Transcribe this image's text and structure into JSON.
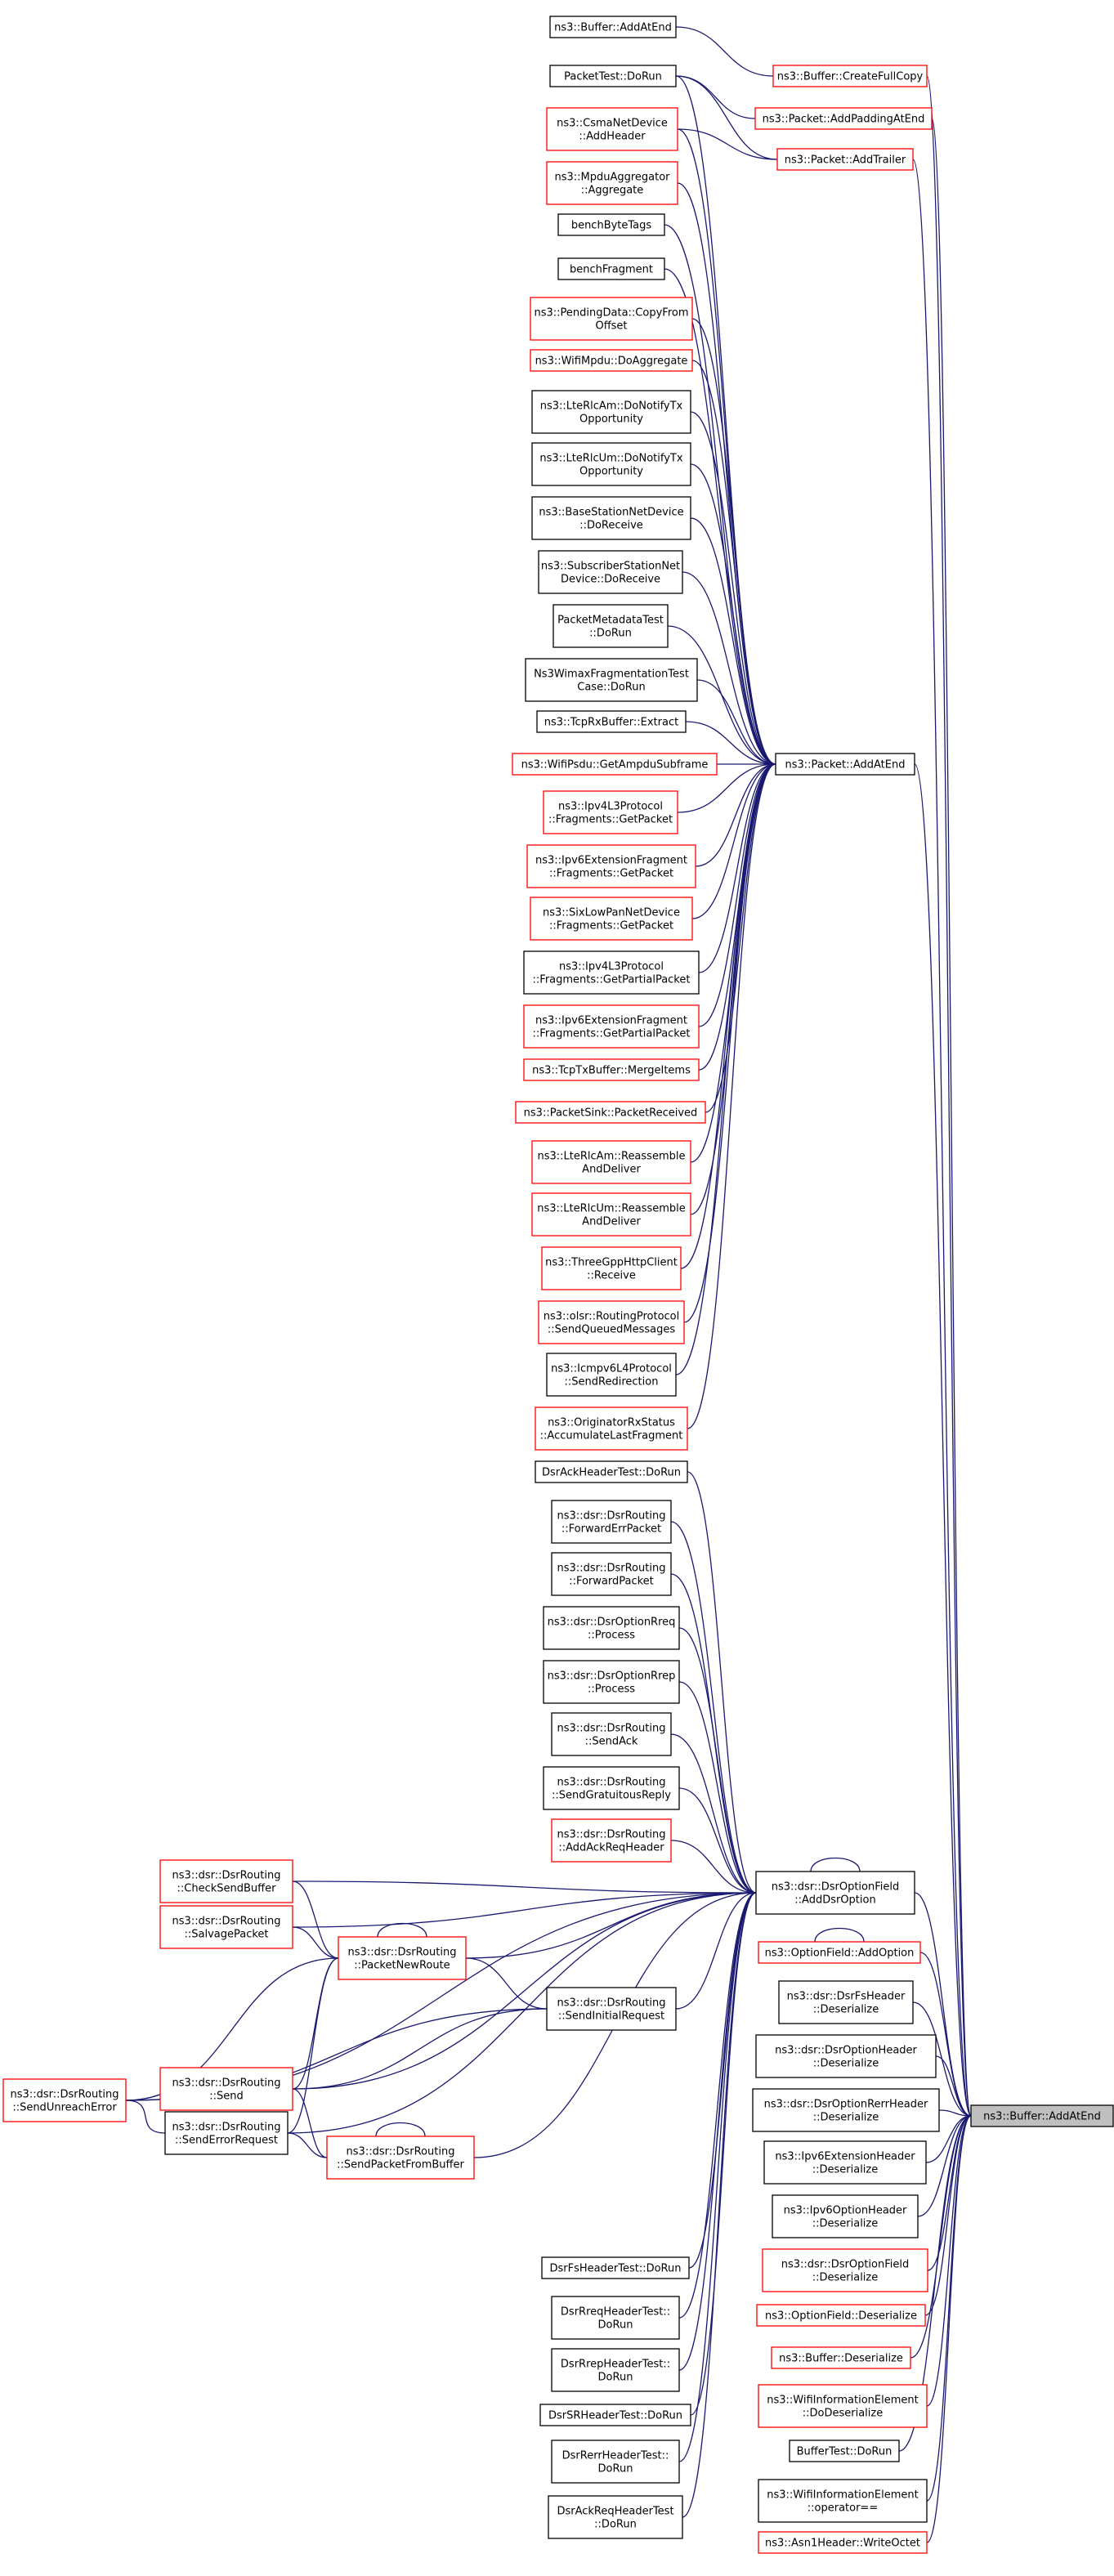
{
  "diagram": {
    "type": "call-graph",
    "colors": {
      "edge": "#191970",
      "border_default": "#000000",
      "border_truncated": "#ff0000",
      "focus_fill": "#bfbfbf",
      "node_fill": "#ffffff"
    },
    "nodes": [
      {
        "id": "n0",
        "lines": [
          "ns3::Buffer::AddAtEnd"
        ],
        "style": "black"
      },
      {
        "id": "n1",
        "lines": [
          "ns3::Buffer::CreateFullCopy"
        ],
        "style": "red"
      },
      {
        "id": "n2",
        "lines": [
          "PacketTest::DoRun"
        ],
        "style": "black"
      },
      {
        "id": "n3",
        "lines": [
          "ns3::Packet::AddPaddingAtEnd"
        ],
        "style": "red"
      },
      {
        "id": "n4",
        "lines": [
          "ns3::CsmaNetDevice",
          "::AddHeader"
        ],
        "style": "red"
      },
      {
        "id": "n5",
        "lines": [
          "ns3::Packet::AddTrailer"
        ],
        "style": "red"
      },
      {
        "id": "n6",
        "lines": [
          "ns3::MpduAggregator",
          "::Aggregate"
        ],
        "style": "red"
      },
      {
        "id": "n7",
        "lines": [
          "benchByteTags"
        ],
        "style": "black"
      },
      {
        "id": "n8",
        "lines": [
          "benchFragment"
        ],
        "style": "black"
      },
      {
        "id": "n9",
        "lines": [
          "ns3::PendingData::CopyFrom",
          "Offset"
        ],
        "style": "red"
      },
      {
        "id": "n10",
        "lines": [
          "ns3::WifiMpdu::DoAggregate"
        ],
        "style": "red"
      },
      {
        "id": "n11",
        "lines": [
          "ns3::LteRlcAm::DoNotifyTx",
          "Opportunity"
        ],
        "style": "black"
      },
      {
        "id": "n12",
        "lines": [
          "ns3::LteRlcUm::DoNotifyTx",
          "Opportunity"
        ],
        "style": "black"
      },
      {
        "id": "n13",
        "lines": [
          "ns3::BaseStationNetDevice",
          "::DoReceive"
        ],
        "style": "black"
      },
      {
        "id": "n14",
        "lines": [
          "ns3::SubscriberStationNet",
          "Device::DoReceive"
        ],
        "style": "black"
      },
      {
        "id": "n15",
        "lines": [
          "PacketMetadataTest",
          "::DoRun"
        ],
        "style": "black"
      },
      {
        "id": "n16",
        "lines": [
          "Ns3WimaxFragmentationTest",
          "Case::DoRun"
        ],
        "style": "black"
      },
      {
        "id": "n17",
        "lines": [
          "ns3::TcpRxBuffer::Extract"
        ],
        "style": "black"
      },
      {
        "id": "n18",
        "lines": [
          "ns3::WifiPsdu::GetAmpduSubframe"
        ],
        "style": "red"
      },
      {
        "id": "n19",
        "lines": [
          "ns3::Packet::AddAtEnd"
        ],
        "style": "black"
      },
      {
        "id": "n20",
        "lines": [
          "ns3::Ipv4L3Protocol",
          "::Fragments::GetPacket"
        ],
        "style": "red"
      },
      {
        "id": "n21",
        "lines": [
          "ns3::Ipv6ExtensionFragment",
          "::Fragments::GetPacket"
        ],
        "style": "red"
      },
      {
        "id": "n22",
        "lines": [
          "ns3::SixLowPanNetDevice",
          "::Fragments::GetPacket"
        ],
        "style": "red"
      },
      {
        "id": "n23",
        "lines": [
          "ns3::Ipv4L3Protocol",
          "::Fragments::GetPartialPacket"
        ],
        "style": "black"
      },
      {
        "id": "n24",
        "lines": [
          "ns3::Ipv6ExtensionFragment",
          "::Fragments::GetPartialPacket"
        ],
        "style": "red"
      },
      {
        "id": "n25",
        "lines": [
          "ns3::TcpTxBuffer::MergeItems"
        ],
        "style": "red"
      },
      {
        "id": "n26",
        "lines": [
          "ns3::PacketSink::PacketReceived"
        ],
        "style": "red"
      },
      {
        "id": "n27",
        "lines": [
          "ns3::LteRlcAm::Reassemble",
          "AndDeliver"
        ],
        "style": "red"
      },
      {
        "id": "n28",
        "lines": [
          "ns3::LteRlcUm::Reassemble",
          "AndDeliver"
        ],
        "style": "red"
      },
      {
        "id": "n29",
        "lines": [
          "ns3::ThreeGppHttpClient",
          "::Receive"
        ],
        "style": "red"
      },
      {
        "id": "n30",
        "lines": [
          "ns3::olsr::RoutingProtocol",
          "::SendQueuedMessages"
        ],
        "style": "red"
      },
      {
        "id": "n31",
        "lines": [
          "ns3::Icmpv6L4Protocol",
          "::SendRedirection"
        ],
        "style": "black"
      },
      {
        "id": "n32",
        "lines": [
          "ns3::OriginatorRxStatus",
          "::AccumulateLastFragment"
        ],
        "style": "red"
      },
      {
        "id": "n33",
        "lines": [
          "DsrAckHeaderTest::DoRun"
        ],
        "style": "black"
      },
      {
        "id": "n34",
        "lines": [
          "ns3::dsr::DsrRouting",
          "::ForwardErrPacket"
        ],
        "style": "black"
      },
      {
        "id": "n35",
        "lines": [
          "ns3::dsr::DsrRouting",
          "::ForwardPacket"
        ],
        "style": "black"
      },
      {
        "id": "n36",
        "lines": [
          "ns3::dsr::DsrOptionRreq",
          "::Process"
        ],
        "style": "black"
      },
      {
        "id": "n37",
        "lines": [
          "ns3::dsr::DsrOptionRrep",
          "::Process"
        ],
        "style": "black"
      },
      {
        "id": "n38",
        "lines": [
          "ns3::dsr::DsrRouting",
          "::SendAck"
        ],
        "style": "black"
      },
      {
        "id": "n39",
        "lines": [
          "ns3::dsr::DsrRouting",
          "::SendGratuitousReply"
        ],
        "style": "black"
      },
      {
        "id": "n40",
        "lines": [
          "ns3::dsr::DsrRouting",
          "::AddAckReqHeader"
        ],
        "style": "red"
      },
      {
        "id": "n41",
        "lines": [
          "ns3::dsr::DsrRouting",
          "::CheckSendBuffer"
        ],
        "style": "red"
      },
      {
        "id": "n42",
        "lines": [
          "ns3::dsr::DsrOptionField",
          "::AddDsrOption"
        ],
        "style": "black"
      },
      {
        "id": "n43",
        "lines": [
          "ns3::dsr::DsrRouting",
          "::SalvagePacket"
        ],
        "style": "red"
      },
      {
        "id": "n44",
        "lines": [
          "ns3::dsr::DsrRouting",
          "::PacketNewRoute"
        ],
        "style": "red"
      },
      {
        "id": "n45",
        "lines": [
          "ns3::OptionField::AddOption"
        ],
        "style": "red"
      },
      {
        "id": "n46",
        "lines": [
          "ns3::dsr::DsrFsHeader",
          "::Deserialize"
        ],
        "style": "black"
      },
      {
        "id": "n47",
        "lines": [
          "ns3::dsr::DsrRouting",
          "::SendInitialRequest"
        ],
        "style": "black"
      },
      {
        "id": "n48",
        "lines": [
          "ns3::dsr::DsrOptionHeader",
          "::Deserialize"
        ],
        "style": "black"
      },
      {
        "id": "n49",
        "lines": [
          "ns3::dsr::DsrRouting",
          "::SendUnreachError"
        ],
        "style": "red"
      },
      {
        "id": "n50",
        "lines": [
          "ns3::dsr::DsrRouting",
          "::Send"
        ],
        "style": "red"
      },
      {
        "id": "n51",
        "lines": [
          "ns3::dsr::DsrOptionRerrHeader",
          "::Deserialize"
        ],
        "style": "black"
      },
      {
        "id": "n52",
        "lines": [
          "ns3::dsr::DsrRouting",
          "::SendErrorRequest"
        ],
        "style": "black"
      },
      {
        "id": "n53",
        "lines": [
          "ns3::dsr::DsrRouting",
          "::SendPacketFromBuffer"
        ],
        "style": "red"
      },
      {
        "id": "n54",
        "lines": [
          "ns3::Ipv6ExtensionHeader",
          "::Deserialize"
        ],
        "style": "black"
      },
      {
        "id": "n55",
        "lines": [
          "ns3::Ipv6OptionHeader",
          "::Deserialize"
        ],
        "style": "black"
      },
      {
        "id": "n56",
        "lines": [
          "ns3::dsr::DsrOptionField",
          "::Deserialize"
        ],
        "style": "red"
      },
      {
        "id": "n57",
        "lines": [
          "ns3::OptionField::Deserialize"
        ],
        "style": "red"
      },
      {
        "id": "n58",
        "lines": [
          "ns3::Buffer::Deserialize"
        ],
        "style": "red"
      },
      {
        "id": "n59",
        "lines": [
          "ns3::WifiInformationElement",
          "::DoDeserialize"
        ],
        "style": "red"
      },
      {
        "id": "n60",
        "lines": [
          "BufferTest::DoRun"
        ],
        "style": "black"
      },
      {
        "id": "n61",
        "lines": [
          "ns3::WifiInformationElement",
          "::operator=="
        ],
        "style": "black"
      },
      {
        "id": "n62",
        "lines": [
          "ns3::Asn1Header::WriteOctet"
        ],
        "style": "red"
      },
      {
        "id": "n63",
        "lines": [
          "DsrFsHeaderTest::DoRun"
        ],
        "style": "black"
      },
      {
        "id": "n64",
        "lines": [
          "DsrRreqHeaderTest::",
          "DoRun"
        ],
        "style": "black"
      },
      {
        "id": "n65",
        "lines": [
          "DsrRrepHeaderTest::",
          "DoRun"
        ],
        "style": "black"
      },
      {
        "id": "n66",
        "lines": [
          "DsrSRHeaderTest::DoRun"
        ],
        "style": "black"
      },
      {
        "id": "n67",
        "lines": [
          "DsrRerrHeaderTest::",
          "DoRun"
        ],
        "style": "black"
      },
      {
        "id": "n68",
        "lines": [
          "DsrAckReqHeaderTest",
          "::DoRun"
        ],
        "style": "black"
      },
      {
        "id": "n69",
        "lines": [
          "ns3::Buffer::AddAtEnd"
        ],
        "style": "focus"
      }
    ],
    "edges": [
      [
        "n0",
        "n1"
      ],
      [
        "n1",
        "n69"
      ],
      [
        "n2",
        "n3"
      ],
      [
        "n2",
        "n5"
      ],
      [
        "n2",
        "n19"
      ],
      [
        "n3",
        "n69"
      ],
      [
        "n4",
        "n5"
      ],
      [
        "n4",
        "n19"
      ],
      [
        "n5",
        "n69"
      ],
      [
        "n6",
        "n19"
      ],
      [
        "n7",
        "n19"
      ],
      [
        "n8",
        "n19"
      ],
      [
        "n9",
        "n19"
      ],
      [
        "n10",
        "n19"
      ],
      [
        "n11",
        "n19"
      ],
      [
        "n12",
        "n19"
      ],
      [
        "n13",
        "n19"
      ],
      [
        "n14",
        "n19"
      ],
      [
        "n15",
        "n19"
      ],
      [
        "n16",
        "n19"
      ],
      [
        "n17",
        "n19"
      ],
      [
        "n18",
        "n19"
      ],
      [
        "n20",
        "n19"
      ],
      [
        "n21",
        "n19"
      ],
      [
        "n22",
        "n19"
      ],
      [
        "n23",
        "n19"
      ],
      [
        "n24",
        "n19"
      ],
      [
        "n25",
        "n19"
      ],
      [
        "n26",
        "n19"
      ],
      [
        "n27",
        "n19"
      ],
      [
        "n28",
        "n19"
      ],
      [
        "n29",
        "n19"
      ],
      [
        "n30",
        "n19"
      ],
      [
        "n31",
        "n19"
      ],
      [
        "n32",
        "n19"
      ],
      [
        "n19",
        "n69"
      ],
      [
        "n33",
        "n42"
      ],
      [
        "n34",
        "n42"
      ],
      [
        "n35",
        "n42"
      ],
      [
        "n36",
        "n42"
      ],
      [
        "n37",
        "n42"
      ],
      [
        "n38",
        "n42"
      ],
      [
        "n39",
        "n42"
      ],
      [
        "n40",
        "n42"
      ],
      [
        "n41",
        "n42"
      ],
      [
        "n43",
        "n42"
      ],
      [
        "n44",
        "n42"
      ],
      [
        "n47",
        "n42"
      ],
      [
        "n49",
        "n42"
      ],
      [
        "n50",
        "n42"
      ],
      [
        "n52",
        "n42"
      ],
      [
        "n53",
        "n42"
      ],
      [
        "n63",
        "n42"
      ],
      [
        "n64",
        "n42"
      ],
      [
        "n65",
        "n42"
      ],
      [
        "n66",
        "n42"
      ],
      [
        "n67",
        "n42"
      ],
      [
        "n68",
        "n42"
      ],
      [
        "n42",
        "n42"
      ],
      [
        "n42",
        "n69"
      ],
      [
        "n41",
        "n44"
      ],
      [
        "n43",
        "n44"
      ],
      [
        "n44",
        "n44"
      ],
      [
        "n49",
        "n44"
      ],
      [
        "n50",
        "n44"
      ],
      [
        "n52",
        "n44"
      ],
      [
        "n44",
        "n47"
      ],
      [
        "n49",
        "n47"
      ],
      [
        "n50",
        "n47"
      ],
      [
        "n52",
        "n53"
      ],
      [
        "n53",
        "n53"
      ],
      [
        "n50",
        "n53"
      ],
      [
        "n52",
        "n49"
      ],
      [
        "n45",
        "n45"
      ],
      [
        "n45",
        "n69"
      ],
      [
        "n46",
        "n69"
      ],
      [
        "n48",
        "n69"
      ],
      [
        "n51",
        "n69"
      ],
      [
        "n54",
        "n69"
      ],
      [
        "n55",
        "n69"
      ],
      [
        "n56",
        "n69"
      ],
      [
        "n57",
        "n69"
      ],
      [
        "n58",
        "n69"
      ],
      [
        "n59",
        "n69"
      ],
      [
        "n60",
        "n69"
      ],
      [
        "n61",
        "n69"
      ],
      [
        "n62",
        "n69"
      ]
    ]
  }
}
